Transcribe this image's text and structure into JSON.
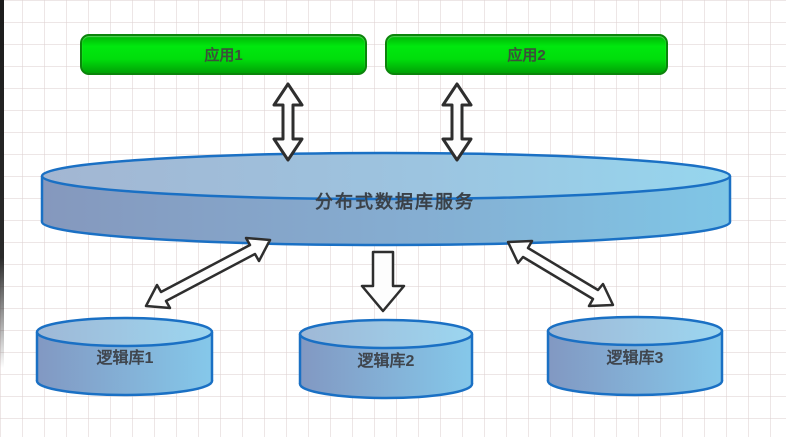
{
  "diagram": {
    "type": "architecture-diagram",
    "apps": [
      {
        "label": "应用1"
      },
      {
        "label": "应用2"
      }
    ],
    "service": {
      "label": "分布式数据库服务"
    },
    "databases": [
      {
        "label": "逻辑库1"
      },
      {
        "label": "逻辑库2"
      },
      {
        "label": "逻辑库3"
      }
    ],
    "connections": [
      {
        "from": "应用1",
        "to": "分布式数据库服务",
        "style": "double-headed-vertical"
      },
      {
        "from": "应用2",
        "to": "分布式数据库服务",
        "style": "double-headed-vertical"
      },
      {
        "from": "分布式数据库服务",
        "to": "逻辑库1",
        "style": "double-headed-diagonal"
      },
      {
        "from": "分布式数据库服务",
        "to": "逻辑库2",
        "style": "single-headed-down"
      },
      {
        "from": "分布式数据库服务",
        "to": "逻辑库3",
        "style": "double-headed-diagonal"
      }
    ],
    "colors": {
      "app_fill": "#00dd0c",
      "app_border": "#0b840b",
      "cylinder_body_left": "#8598bd",
      "cylinder_body_right": "#7fc6e6",
      "cylinder_top_left": "#a3b6d2",
      "cylinder_top_right": "#96d6ee",
      "cylinder_stroke": "#1a70c4",
      "arrow_fill": "#fdfdfd",
      "arrow_stroke": "#2e2e2e",
      "grid_line": "#ded2d2"
    }
  }
}
